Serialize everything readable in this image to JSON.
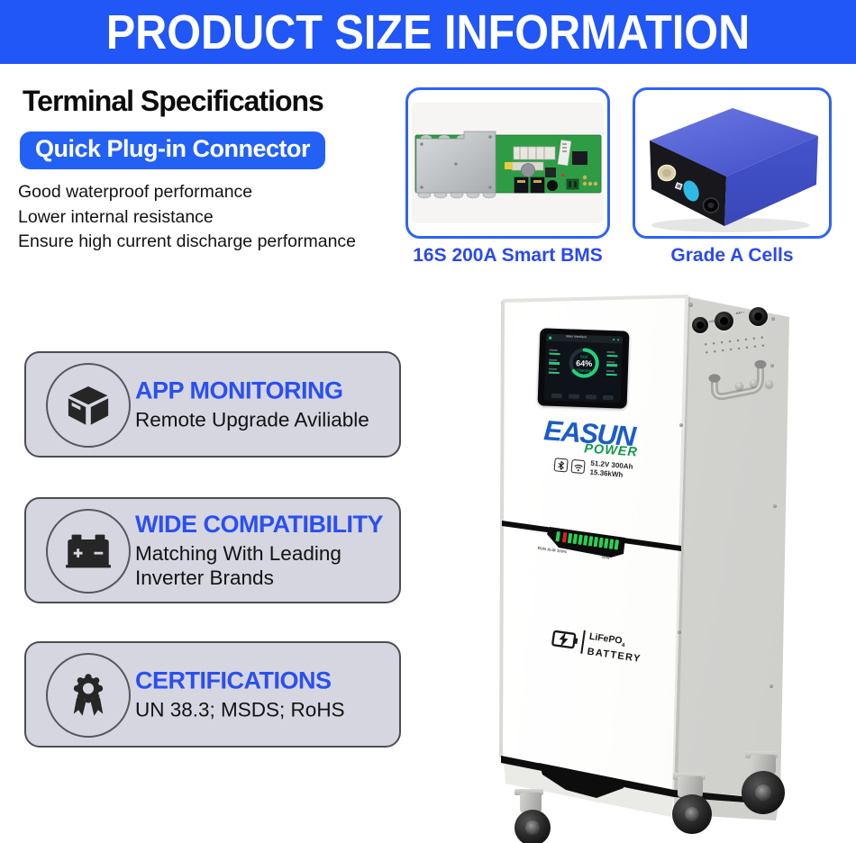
{
  "header": {
    "title": "PRODUCT SIZE INFORMATION"
  },
  "terminal": {
    "heading": "Terminal Specifications",
    "badge": "Quick Plug-in Connector",
    "features": [
      "Good waterproof performance",
      "Lower internal resistance",
      "Ensure high current discharge performance"
    ]
  },
  "gallery": {
    "bms_caption": "16S 200A Smart BMS",
    "cells_caption": "Grade A Cells"
  },
  "cards": [
    {
      "icon": "package-box-icon",
      "title": "APP MONITORING",
      "line1": "Remote Upgrade Aviliable",
      "line2": ""
    },
    {
      "icon": "car-battery-icon",
      "title": "WIDE COMPATIBILITY",
      "line1": "Matching With Leading",
      "line2": "Inverter Brands"
    },
    {
      "icon": "ribbon-medal-icon",
      "title": "CERTIFICATIONS",
      "line1": "UN 38.3; MSDS; RoHS",
      "line2": ""
    }
  ],
  "battery": {
    "brand": "EASUN",
    "brand_sub": "POWER",
    "screen_title": "Main Interface",
    "soc_label": "SOC",
    "soc_value": "64%",
    "soc_status": "Charging",
    "spec_line1": "51.2V 300Ah",
    "spec_line2": "15.36kWh",
    "led_left_label": "RUN ALM 100%",
    "led_right_label": "10%",
    "chem_prefix": "LiFePO",
    "chem_sub": "4",
    "chem_line2": "BATTERY",
    "port_com": "COM",
    "port_bat": "- BAT +"
  },
  "colors": {
    "banner_blue": "#2156f7",
    "accent_blue": "#2b4ff0",
    "caption_blue": "#2b49ec",
    "logo_blue": "#1b5cc9",
    "logo_green": "#109a4b",
    "led_green": "#2ad155",
    "led_red": "#e82016",
    "card_bg": "#d5d6e0"
  }
}
